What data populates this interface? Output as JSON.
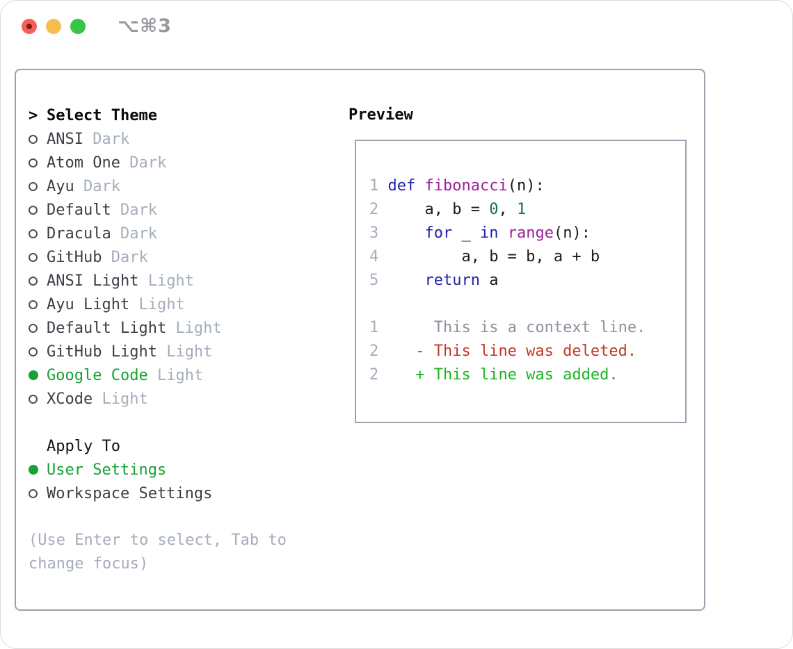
{
  "window": {
    "title": "⌥⌘3"
  },
  "colors": {
    "selected_green": "#16a132",
    "added_green": "#19b51f",
    "deleted_red": "#c13a28",
    "keyword_blue": "#2222b2",
    "function_purple": "#9d219d",
    "number_teal": "#0e6d6d",
    "code_text": "#1b1b1b",
    "muted_gray": "#a4adba",
    "context_gray": "#8b929c",
    "list_text": "#3b4046",
    "panel_border": "#99a2ad",
    "title_gray": "#97999e",
    "dot_red": "#f4615a",
    "dot_yellow": "#f6bd4f",
    "dot_green": "#37c546"
  },
  "left": {
    "header_marker": ">",
    "header": "Select Theme",
    "themes": [
      {
        "name": "ANSI",
        "variant": "Dark",
        "selected": false
      },
      {
        "name": "Atom One",
        "variant": "Dark",
        "selected": false
      },
      {
        "name": "Ayu",
        "variant": "Dark",
        "selected": false
      },
      {
        "name": "Default",
        "variant": "Dark",
        "selected": false
      },
      {
        "name": "Dracula",
        "variant": "Dark",
        "selected": false
      },
      {
        "name": "GitHub",
        "variant": "Dark",
        "selected": false
      },
      {
        "name": "ANSI Light",
        "variant": "Light",
        "selected": false
      },
      {
        "name": "Ayu Light",
        "variant": "Light",
        "selected": false
      },
      {
        "name": "Default Light",
        "variant": "Light",
        "selected": false
      },
      {
        "name": "GitHub Light",
        "variant": "Light",
        "selected": false
      },
      {
        "name": "Google Code",
        "variant": "Light",
        "selected": true
      },
      {
        "name": "XCode",
        "variant": "Light",
        "selected": false
      }
    ],
    "apply_header": "Apply To",
    "apply_options": [
      {
        "label": "User Settings",
        "selected": true
      },
      {
        "label": "Workspace Settings",
        "selected": false
      }
    ],
    "help": "(Use Enter to select, Tab to change focus)"
  },
  "preview": {
    "header": "Preview",
    "code_lines": [
      {
        "num": "1",
        "tokens": [
          {
            "text": "def",
            "style": "keyword"
          },
          {
            "text": " ",
            "style": "plain"
          },
          {
            "text": "fibonacci",
            "style": "function"
          },
          {
            "text": "(n):",
            "style": "plain"
          }
        ]
      },
      {
        "num": "2",
        "tokens": [
          {
            "text": "    a, b = ",
            "style": "plain"
          },
          {
            "text": "0",
            "style": "number"
          },
          {
            "text": ", ",
            "style": "plain"
          },
          {
            "text": "1",
            "style": "number"
          }
        ]
      },
      {
        "num": "3",
        "tokens": [
          {
            "text": "    ",
            "style": "plain"
          },
          {
            "text": "for",
            "style": "keyword"
          },
          {
            "text": " _ ",
            "style": "plain"
          },
          {
            "text": "in",
            "style": "keyword"
          },
          {
            "text": " ",
            "style": "plain"
          },
          {
            "text": "range",
            "style": "function"
          },
          {
            "text": "(n):",
            "style": "plain"
          }
        ]
      },
      {
        "num": "4",
        "tokens": [
          {
            "text": "        a, b = b, a + b",
            "style": "plain"
          }
        ]
      },
      {
        "num": "5",
        "tokens": [
          {
            "text": "    ",
            "style": "plain"
          },
          {
            "text": "return",
            "style": "keyword"
          },
          {
            "text": " a",
            "style": "plain"
          }
        ]
      },
      {
        "num": "",
        "tokens": []
      },
      {
        "num": "1",
        "tokens": [
          {
            "text": "     This is a context line.",
            "style": "context"
          }
        ]
      },
      {
        "num": "2",
        "tokens": [
          {
            "text": "   - This line was deleted.",
            "style": "deleted"
          }
        ]
      },
      {
        "num": "2",
        "tokens": [
          {
            "text": "   + This line was added.",
            "style": "added"
          }
        ]
      }
    ]
  }
}
